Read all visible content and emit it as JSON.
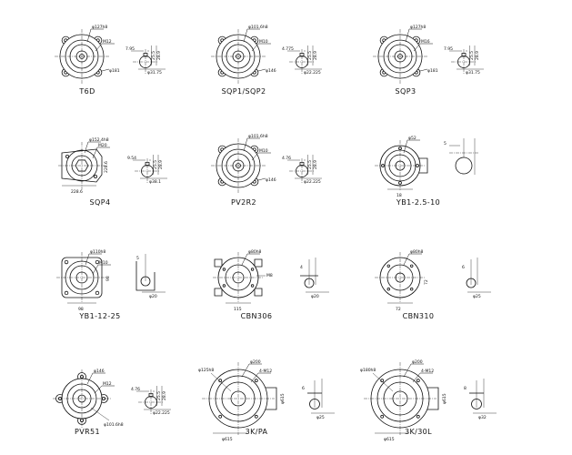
{
  "drawing": {
    "components": [
      {
        "name": "T6D",
        "style": "A",
        "col": 0,
        "row": 0,
        "dims": [
          "φ127h8",
          "M12",
          "φ181",
          "7.95",
          "φ31.75"
        ]
      },
      {
        "name": "SQP1/SQP2",
        "style": "A",
        "col": 1,
        "row": 0,
        "dims": [
          "φ101.6h8",
          "M10",
          "φ146",
          "4.775",
          "φ22.225"
        ]
      },
      {
        "name": "SQP3",
        "style": "A",
        "col": 2,
        "row": 0,
        "dims": [
          "φ127h8",
          "M16",
          "φ181",
          "7.95",
          "φ31.75"
        ]
      },
      {
        "name": "SQP4",
        "style": "B",
        "col": 0,
        "row": 1,
        "dims": [
          "φ152.4h8",
          "M20",
          "228.6",
          "9.54",
          "φ38.1"
        ]
      },
      {
        "name": "PV2R2",
        "style": "A",
        "col": 1,
        "row": 1,
        "dims": [
          "φ101.6h8",
          "M10",
          "φ146",
          "4.76",
          "φ22.225"
        ]
      },
      {
        "name": "YB1-2.5-10",
        "style": "C",
        "col": 2,
        "row": 1,
        "dims": [
          "φ52",
          "5",
          "18"
        ]
      },
      {
        "name": "YB1-12-25",
        "style": "C2",
        "col": 0,
        "row": 2,
        "dims": [
          "φ110h8",
          "M10",
          "5",
          "φ20",
          "98"
        ]
      },
      {
        "name": "CBN306",
        "style": "D",
        "col": 1,
        "row": 2,
        "dims": [
          "φ80h8",
          "M8",
          "4",
          "φ20",
          "115"
        ]
      },
      {
        "name": "CBN310",
        "style": "D2",
        "col": 2,
        "row": 2,
        "dims": [
          "φ80h8",
          "6",
          "φ25",
          "72"
        ]
      },
      {
        "name": "PVR51",
        "style": "E",
        "col": 0,
        "row": 3,
        "dims": [
          "φ146",
          "M12",
          "φ101.6h8",
          "4.76",
          "φ22.225"
        ]
      },
      {
        "name": "3K/PA",
        "style": "F",
        "col": 1,
        "row": 3,
        "dims": [
          "φ125h8",
          "φ200",
          "4-M12",
          "φ615",
          "615",
          "6",
          "φ25"
        ]
      },
      {
        "name": "3K/30L",
        "style": "F",
        "col": 2,
        "row": 3,
        "dims": [
          "φ180h8",
          "φ200",
          "4-M12",
          "φ615",
          "8",
          "φ32"
        ]
      }
    ]
  }
}
